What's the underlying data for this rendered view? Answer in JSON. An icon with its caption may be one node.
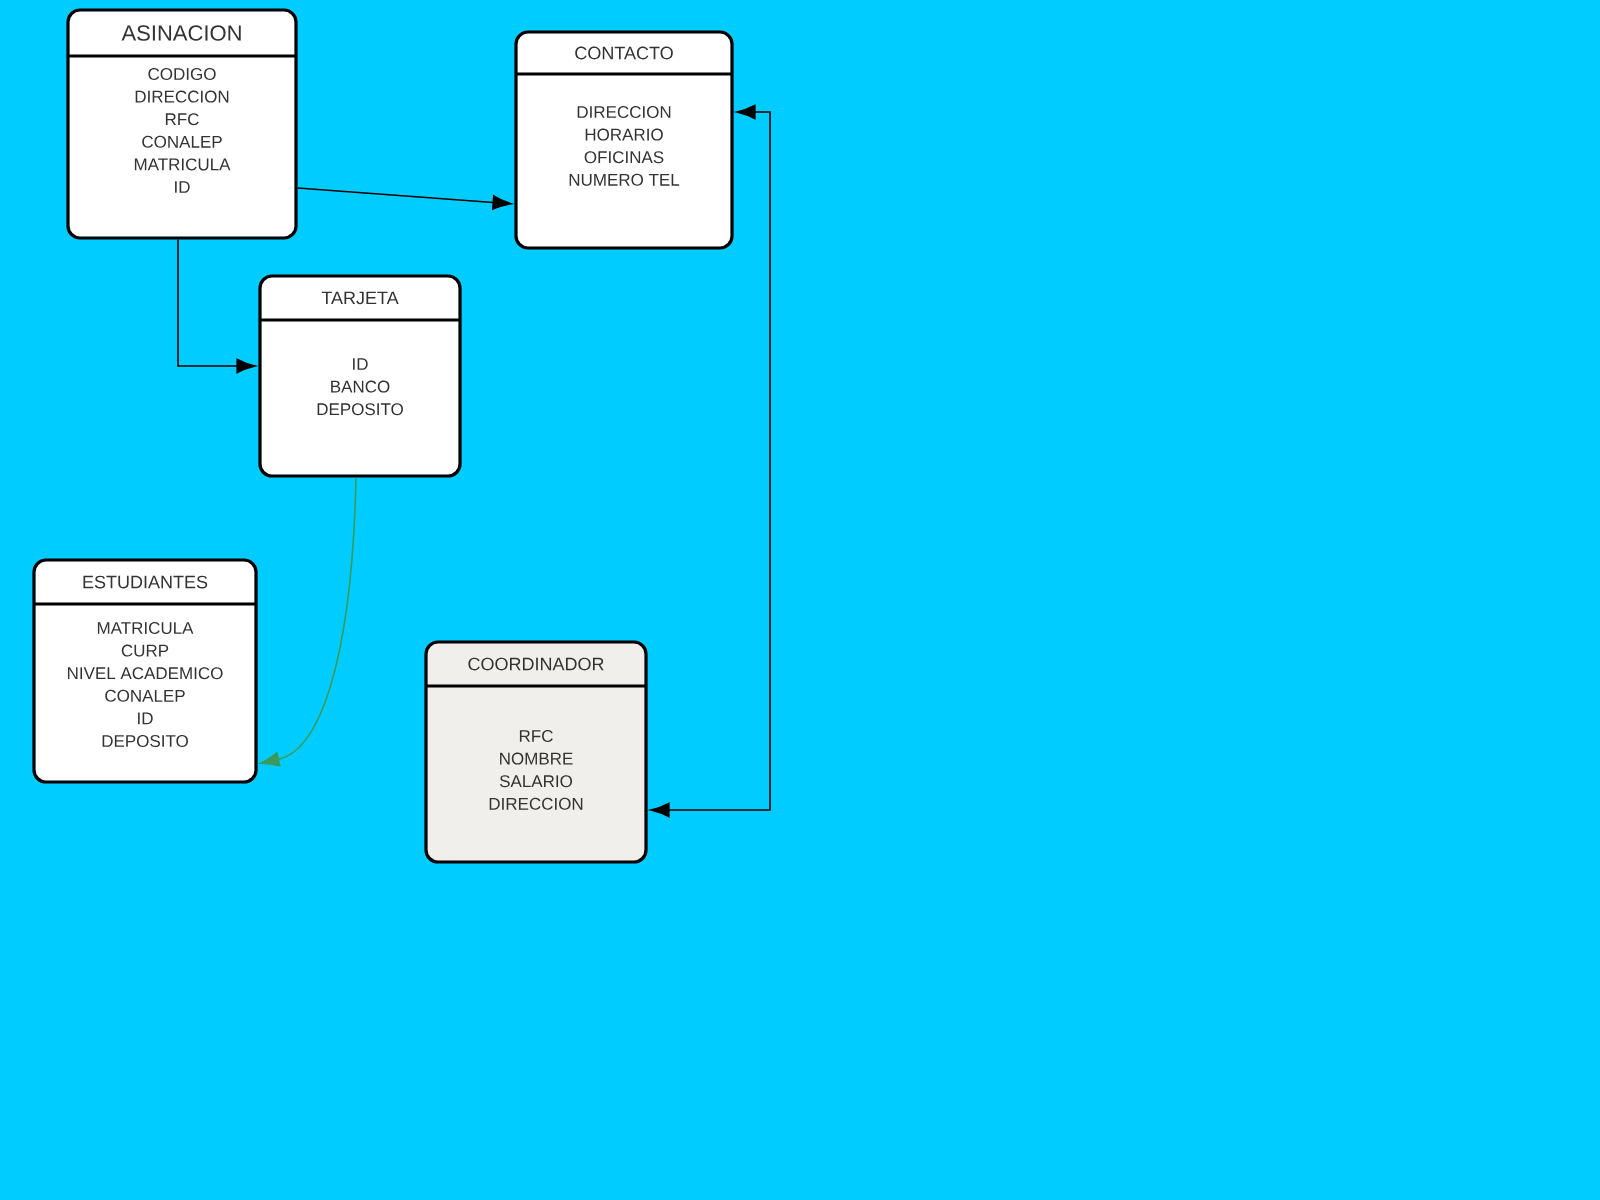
{
  "diagram": {
    "nodes": [
      {
        "text": [
          "ASINACION",
          "CODIGO",
          "DIRECCION",
          "RFC",
          "CONALEP",
          "MATRICULA",
          "ID"
        ]
      },
      {
        "text": [
          "CONTACTO",
          "DIRECCION",
          "HORARIO",
          "OFICINAS",
          "NUMERO TEL"
        ]
      },
      {
        "text": [
          "TARJETA",
          "ID",
          "BANCO",
          "DEPOSITO"
        ]
      },
      {
        "text": [
          "ESTUDIANTES",
          "MATRICULA",
          "CURP",
          "NIVEL ACADEMICO",
          "CONALEP",
          "ID",
          "DEPOSITO"
        ]
      },
      {
        "text": [
          "COORDINADOR",
          "RFC",
          "NOMBRE",
          "SALARIO",
          "DIRECCION"
        ]
      }
    ],
    "edges": [
      {
        "from": 0,
        "to": 1,
        "arrow": "to"
      },
      {
        "from": 0,
        "to": 2,
        "arrow": "to"
      },
      {
        "from": 2,
        "to": 3,
        "arrow": "to",
        "color": "#3a9a5a"
      },
      {
        "from": 1,
        "to": 4,
        "arrow": "both"
      }
    ]
  }
}
